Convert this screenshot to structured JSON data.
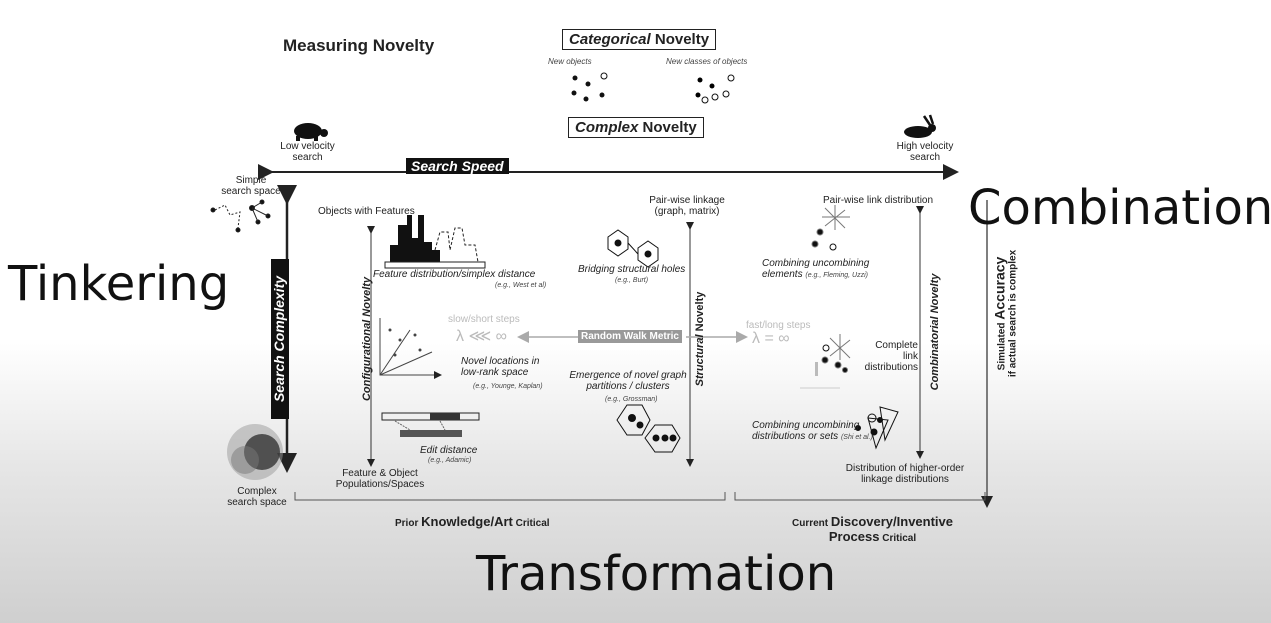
{
  "title": "Measuring Novelty",
  "categorical": {
    "prefix": "Categorical",
    "suffix": " Novelty",
    "new_objects": "New objects",
    "new_classes": "New classes of objects"
  },
  "complex": {
    "prefix": "Complex",
    "suffix": " Novelty"
  },
  "speed": {
    "low": "Low velocity\nsearch",
    "low1": "Low velocity",
    "low2": "search",
    "high1": "High velocity",
    "high2": "search",
    "axis": "Search Speed"
  },
  "complexity": {
    "axis": "Search Complexity",
    "simple1": "Simple",
    "simple2": "search space",
    "complex1": "Complex",
    "complex2": "search space"
  },
  "corners": {
    "tinkering": "Tinkering",
    "combination": "Combination",
    "transformation": "Transformation"
  },
  "configurational": {
    "axis": "Configurational Novelty",
    "top": "Objects with Features",
    "bottom1": "Feature & Object",
    "bottom2": "Populations/Spaces",
    "item1": "Feature distribution/simplex distance",
    "item1_ref": "(e.g., West et al)",
    "item2a": "Novel locations in",
    "item2b": "low-rank space",
    "item2_ref": "(e.g., Younge, Kaplan)",
    "item3": "Edit distance",
    "item3_ref": "(e.g., Adamic)"
  },
  "structural": {
    "axis_a": "Structural",
    "axis_b": "Novelty",
    "top1": "Pair-wise linkage",
    "top2": "(graph, matrix)",
    "item1": "Bridging structural holes",
    "item1_ref": "(e.g., Burt)",
    "item2a": "Emergence of novel graph",
    "item2b": "partitions / clusters",
    "item2_ref": "(e.g., Grossman)"
  },
  "random_walk": {
    "label": "Random Walk Metric",
    "slow": "slow/short steps",
    "slow_formula": "λ ⋘ ∞",
    "fast": "fast/long steps",
    "fast_formula": "λ = ∞"
  },
  "combinatorial": {
    "axis": "Combinatorial Novelty",
    "top": "Pair-wise link distribution",
    "bottom1": "Distribution of higher-order",
    "bottom2": "linkage distributions",
    "item1a": "Combining uncombining",
    "item1b": "elements",
    "item1_ref": "(e.g., Fleming, Uzzi)",
    "item2a": "Complete",
    "item2b": "link",
    "item2c": "distributions",
    "item3a": "Combining uncombining",
    "item3b": "distributions or sets",
    "item3_ref": "(Shi et al.)"
  },
  "accuracy": {
    "line1a": "Simulated ",
    "line1b": "Accuracy",
    "line2": "if actual search is complex"
  },
  "brackets": {
    "prior_a": "Prior ",
    "prior_b": "Knowledge/Art",
    "prior_c": " Critical",
    "current_a": "Current ",
    "current_b": "Discovery/Inventive",
    "current_c": "Process",
    "current_d": " Critical"
  }
}
